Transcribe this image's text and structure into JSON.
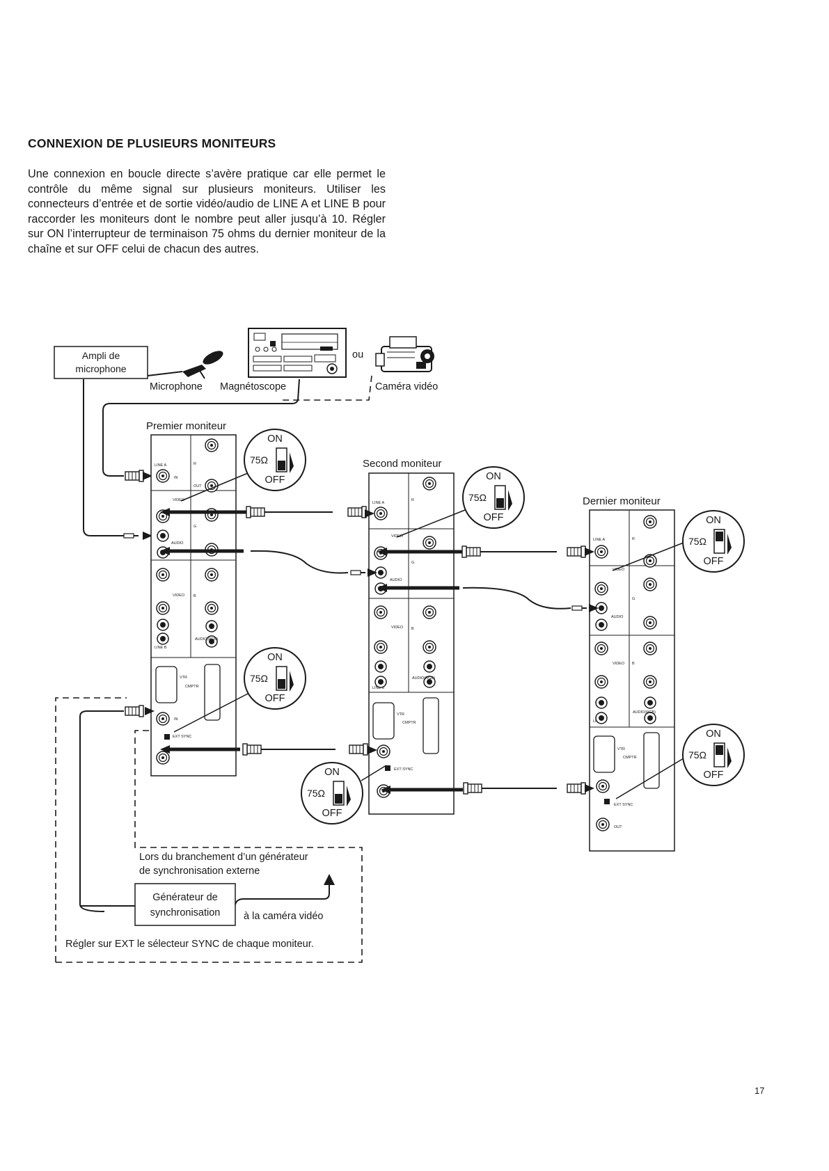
{
  "heading": "CONNEXION DE PLUSIEURS MONITEURS",
  "intro": "Une connexion en boucle directe s’avère pratique car elle permet le contrôle du même signal sur plusieurs moniteurs. Utiliser les connecteurs d’entrée et de sortie vidéo/audio de LINE A et LINE B pour raccorder les moniteurs dont le nombre peut aller jusqu’à 10. Régler sur ON l’interrupteur de terminaison 75 ohms du dernier moniteur de la chaîne et sur OFF celui de chacun des autres.",
  "labels": {
    "ampli": [
      "Ampli de",
      "microphone"
    ],
    "microphone": "Microphone",
    "vcr": "Magnétoscope",
    "or": "ou",
    "camera": "Caméra vidéo",
    "monitor_first": "Premier moniteur",
    "monitor_second": "Second moniteur",
    "monitor_last": "Dernier moniteur"
  },
  "switch": {
    "on": "ON",
    "ohms": "75Ω",
    "off": "OFF"
  },
  "panel": {
    "line_a": "LINE A",
    "line_b": "LINE B",
    "in": "IN",
    "out": "OUT",
    "on": "ON",
    "off": "OFF",
    "ohm": "75Ω",
    "video": "VIDEO",
    "audio": "AUDIO",
    "audio_rgb": "AUDIO(RGB)",
    "r": "R",
    "g": "G",
    "b": "B",
    "vtr": "VTR",
    "cmptr": "CMPTR",
    "ext_sync": "EXT SYNC"
  },
  "sync_box": {
    "note": [
      "Lors du branchement d’un générateur",
      "de synchronisation externe"
    ],
    "generator": [
      "Générateur de",
      "synchronisation"
    ],
    "to_camera": "à la caméra vidéo",
    "footer": "Régler sur EXT le sélecteur SYNC de chaque moniteur."
  },
  "page_number": "17"
}
